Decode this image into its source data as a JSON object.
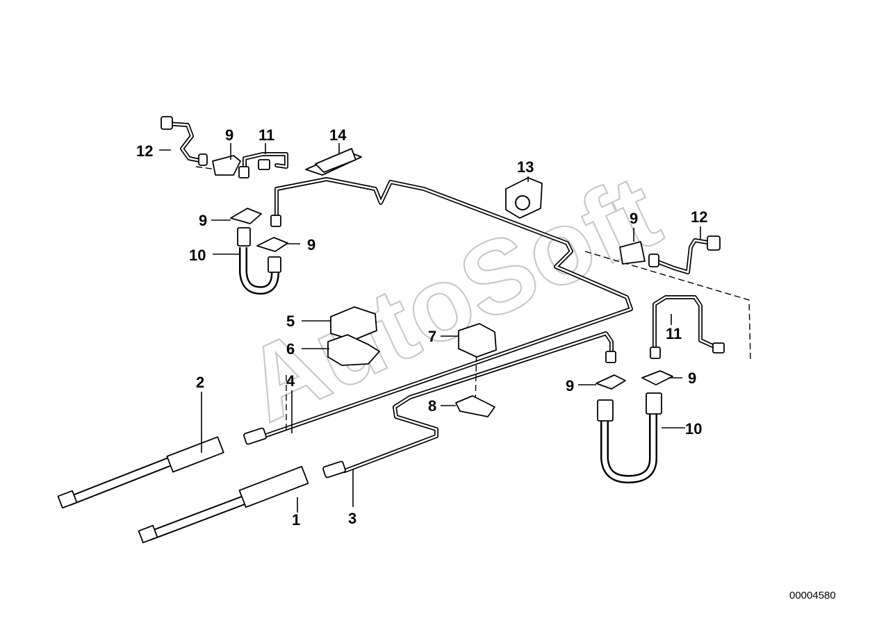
{
  "diagram": {
    "callouts": [
      "1",
      "2",
      "3",
      "4",
      "5",
      "6",
      "7",
      "8",
      "9",
      "9",
      "9",
      "9",
      "9",
      "9",
      "10",
      "10",
      "11",
      "11",
      "12",
      "12",
      "13",
      "14"
    ],
    "watermark": "AutoSoft",
    "doc_id": "00004580"
  }
}
